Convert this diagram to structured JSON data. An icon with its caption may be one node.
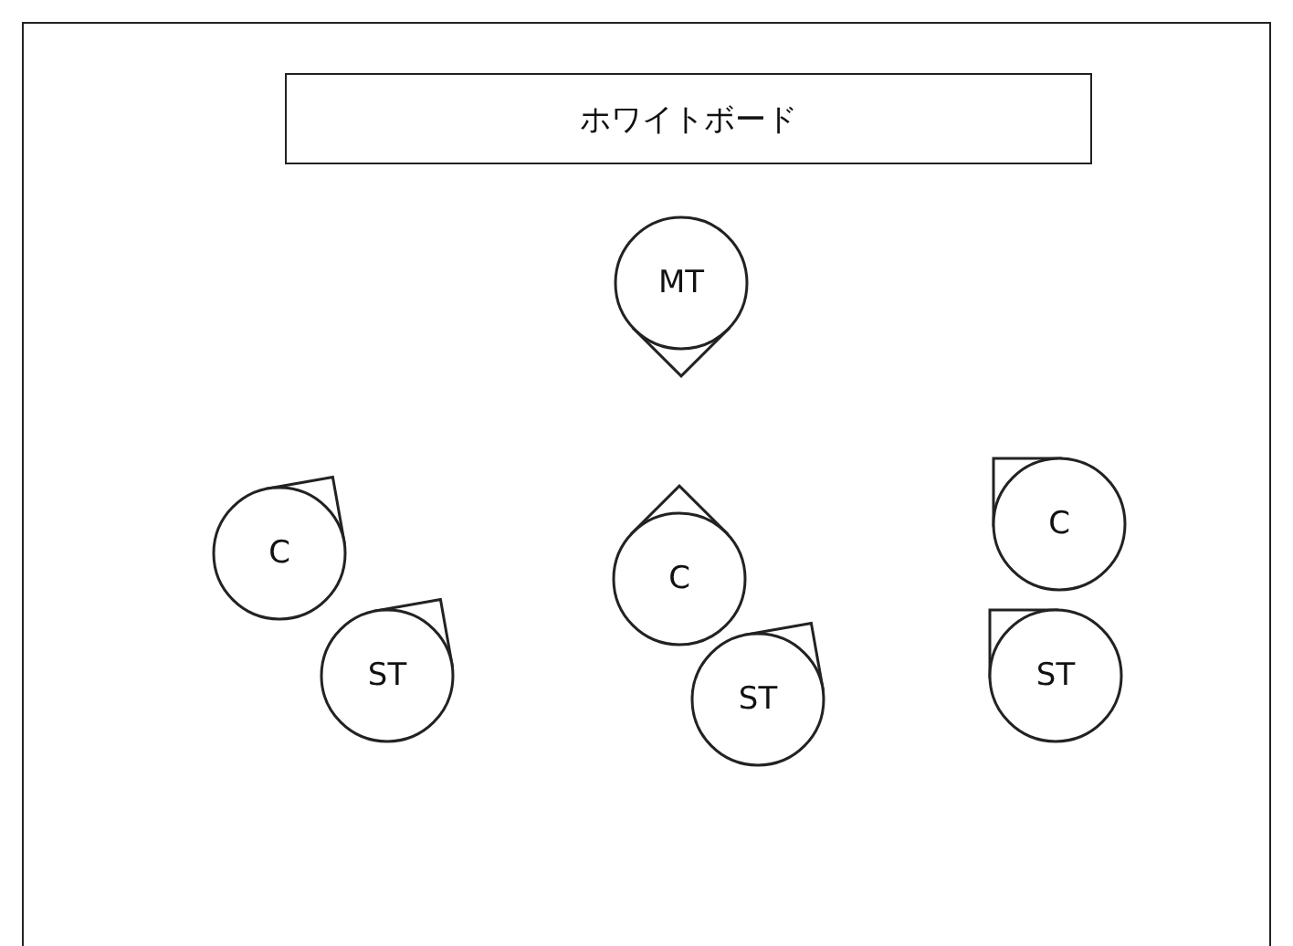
{
  "diagram": {
    "nodes": [
      {
        "text": [
          "ホワイトボード"
        ]
      },
      {
        "text": [
          "MT"
        ]
      },
      {
        "text": [
          "C"
        ]
      },
      {
        "text": [
          "ST"
        ]
      },
      {
        "text": [
          "C"
        ]
      },
      {
        "text": [
          "ST"
        ]
      },
      {
        "text": [
          "C"
        ]
      },
      {
        "text": [
          "ST"
        ]
      }
    ]
  }
}
